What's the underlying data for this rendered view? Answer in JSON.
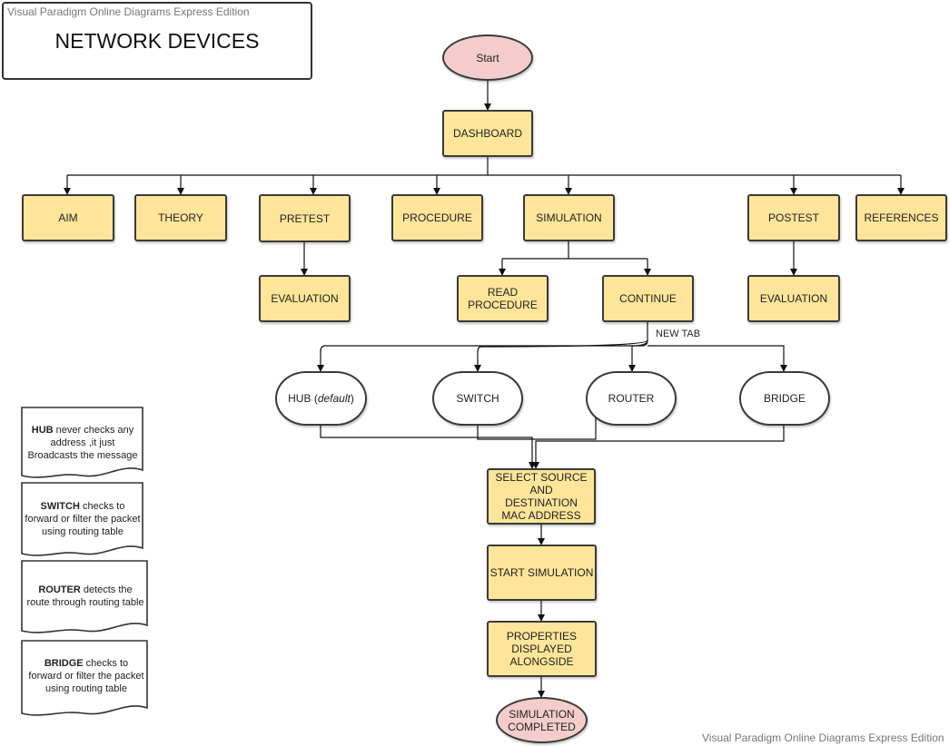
{
  "watermark_top": "Visual Paradigm Online Diagrams Express Edition",
  "watermark_bottom": "Visual Paradigm Online Diagrams Express Edition",
  "title": "NETWORK DEVICES",
  "nodes": {
    "start": "Start",
    "dashboard": "DASHBOARD",
    "aim": "AIM",
    "theory": "THEORY",
    "pretest": "PRETEST",
    "procedure": "PROCEDURE",
    "simulation": "SIMULATION",
    "posttest": "POSTEST",
    "references": "REFERENCES",
    "pretest_evaluation": "EVALUATION",
    "read_procedure": "READ PROCEDURE",
    "continue": "CONTINUE",
    "posttest_evaluation": "EVALUATION",
    "hub": "HUB",
    "hub_note": "default",
    "switch": "SWITCH",
    "router": "ROUTER",
    "bridge": "BRIDGE",
    "select_mac": "SELECT SOURCE AND DESTINATION MAC ADDRESS",
    "start_simulation": "START SIMULATION",
    "properties": "PROPERTIES DISPLAYED ALONGSIDE",
    "simulation_completed": "SIMULATION COMPLETED"
  },
  "edge_labels": {
    "new_tab": "NEW TAB"
  },
  "notes": [
    {
      "bold": "HUB",
      "text": " never checks any address ,it just Broadcasts the message"
    },
    {
      "bold": "SWITCH",
      "text": " checks to forward or filter the packet using routing table"
    },
    {
      "bold": "ROUTER",
      "text": " detects the route through routing table"
    },
    {
      "bold": "BRIDGE",
      "text": " checks to forward or filter the packet using routing table"
    }
  ],
  "colors": {
    "process_fill": "#ffe599",
    "terminal_fill": "#f4cccc",
    "stroke": "#3a3a3a"
  }
}
